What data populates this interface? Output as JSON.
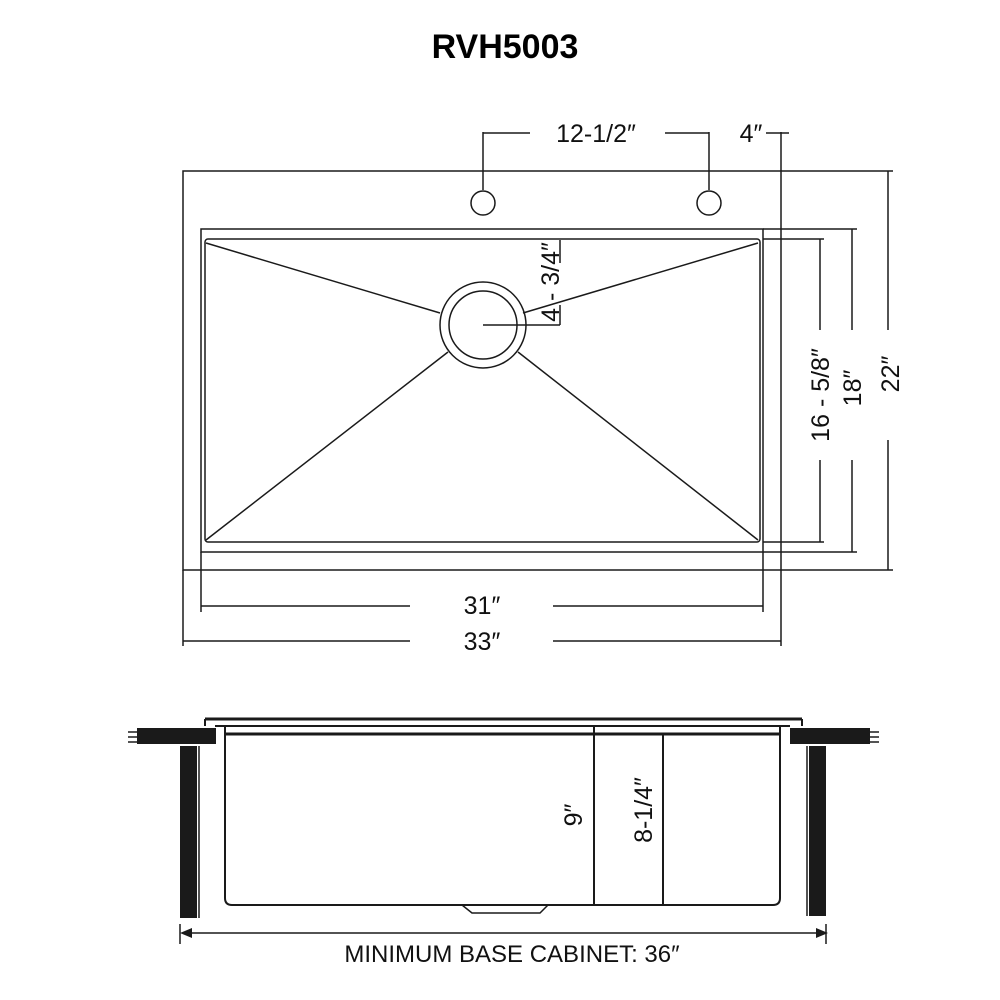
{
  "title": "RVH5003",
  "top_view": {
    "faucet_spacing": "12-1/2″",
    "faucet_offset": "4″",
    "drain_offset": "4 - 3/4″",
    "bowl_depth": "16 - 5/8″",
    "inner_depth": "18″",
    "outer_depth": "22″",
    "inner_width": "31″",
    "outer_width": "33″"
  },
  "side_view": {
    "total_depth": "9″",
    "bowl_depth": "8-1/4″",
    "cabinet_note": "MINIMUM BASE CABINET: 36″"
  }
}
